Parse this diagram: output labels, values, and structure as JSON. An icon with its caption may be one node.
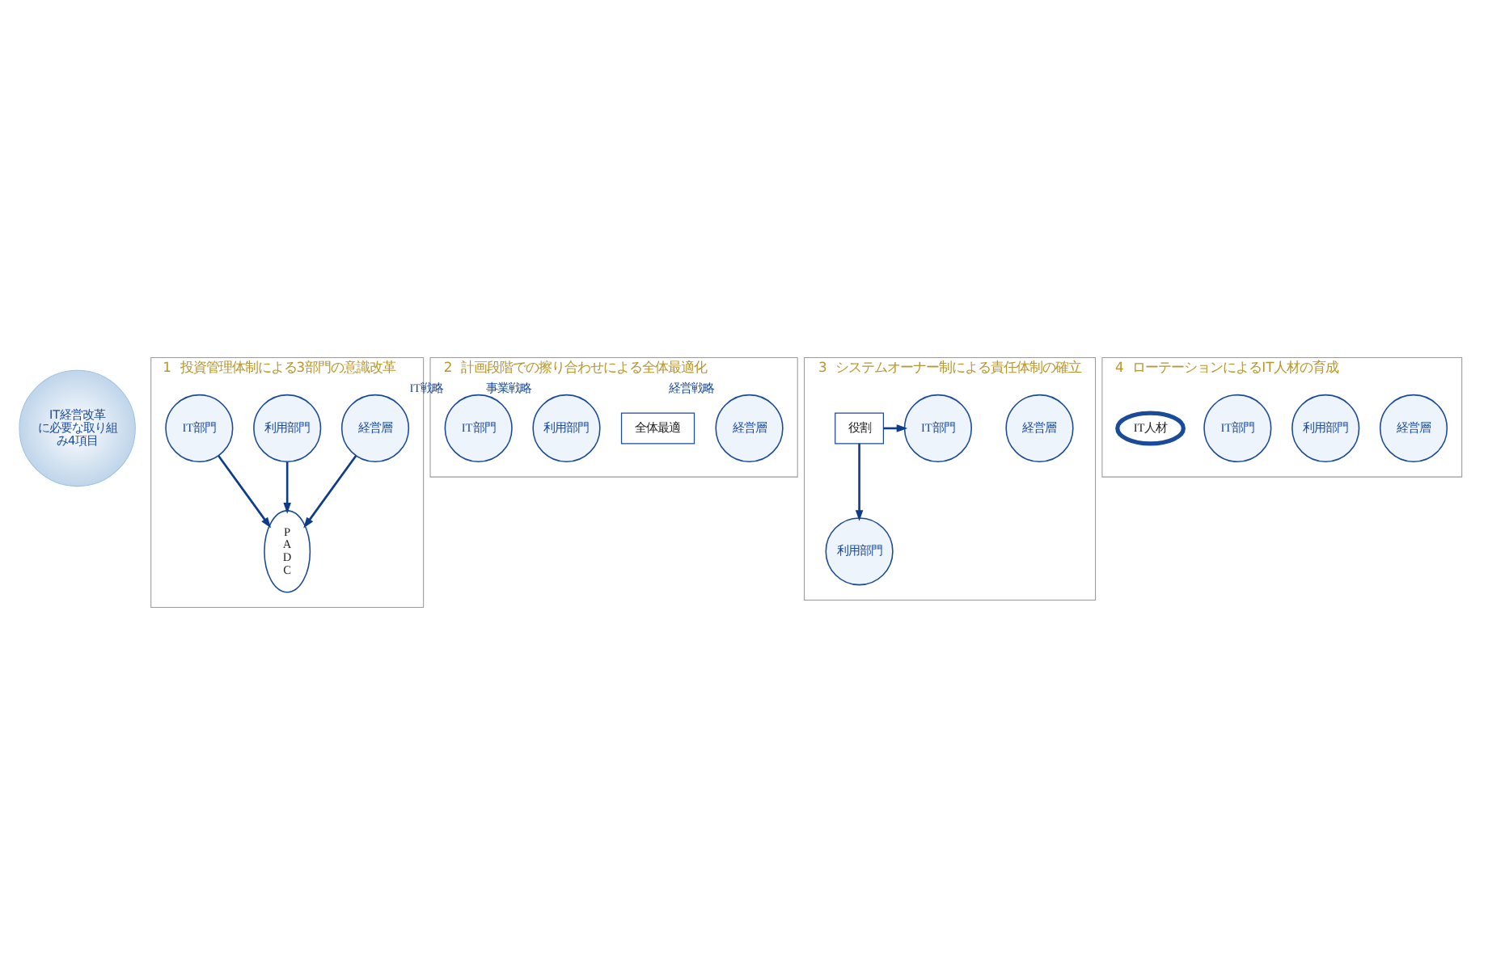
{
  "diagram": {
    "nodes": [
      {
        "text": [
          "IT経営改革に必要な取り組み4項目"
        ]
      },
      {
        "text": [
          "1",
          "投資管理体制による3部門の意識改革"
        ]
      },
      {
        "text": [
          "経営層"
        ],
        "in": 1
      },
      {
        "text": [
          "P",
          "A",
          "D",
          "C"
        ],
        "in": 1
      },
      {
        "text": [
          "利用部門"
        ],
        "in": 1
      },
      {
        "text": [
          "IT部門"
        ],
        "in": 1
      },
      {
        "text": [
          "2",
          "計画段階での擦り合わせによる全体最適化"
        ]
      },
      {
        "text": [
          "経営層"
        ],
        "in": 6,
        "beside": [
          "経営戦略"
        ]
      },
      {
        "text": [
          "全体最適"
        ],
        "in": 6
      },
      {
        "text": [
          "利用部門"
        ],
        "in": 6,
        "beside": [
          "事業戦略"
        ]
      },
      {
        "text": [
          "IT部門"
        ],
        "in": 6,
        "beside": [
          "IT戦略"
        ]
      },
      {
        "text": [
          "3",
          "システムオーナー制による責任体制の確立"
        ]
      },
      {
        "text": [
          "経営層"
        ],
        "in": 11
      },
      {
        "text": [
          "利用部門"
        ],
        "in": 11
      },
      {
        "text": [
          "IT部門"
        ],
        "in": 11
      },
      {
        "text": [
          "役割"
        ],
        "in": 11
      },
      {
        "text": [
          "4",
          "ローテーションによるIT人材の育成"
        ]
      },
      {
        "text": [
          "経営層"
        ],
        "in": 16
      },
      {
        "text": [
          "利用部門"
        ],
        "in": 16
      },
      {
        "text": [
          "IT部門"
        ],
        "in": 16
      },
      {
        "text": [
          "IT人材"
        ],
        "in": 16
      }
    ],
    "edges": [
      {
        "from": 2,
        "to": 3,
        "arrow": "to"
      },
      {
        "from": 4,
        "to": 3,
        "arrow": "to"
      },
      {
        "from": 5,
        "to": 3,
        "arrow": "to"
      },
      {
        "from": 15,
        "to": 13,
        "arrow": "to"
      },
      {
        "from": 15,
        "to": 14,
        "arrow": "to"
      }
    ]
  }
}
